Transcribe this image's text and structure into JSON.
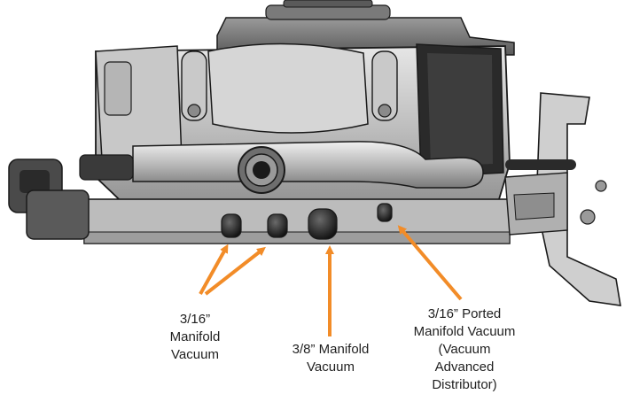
{
  "figure": {
    "annotations": [
      {
        "id": "a1",
        "text": "3/16”\nManifold\nVacuum"
      },
      {
        "id": "a2",
        "text": "3/8” Manifold\nVacuum"
      },
      {
        "id": "a3",
        "text": "3/16” Ported\nManifold Vacuum\n(Vacuum\nAdvanced\nDistributor)"
      }
    ],
    "colors": {
      "arrow": "#f28c28",
      "metal_light": "#d4d4d4",
      "metal_mid": "#a9a9a9",
      "metal_dark": "#3a3a3a",
      "outline": "#1a1a1a",
      "label": "#1f1f1f"
    }
  }
}
